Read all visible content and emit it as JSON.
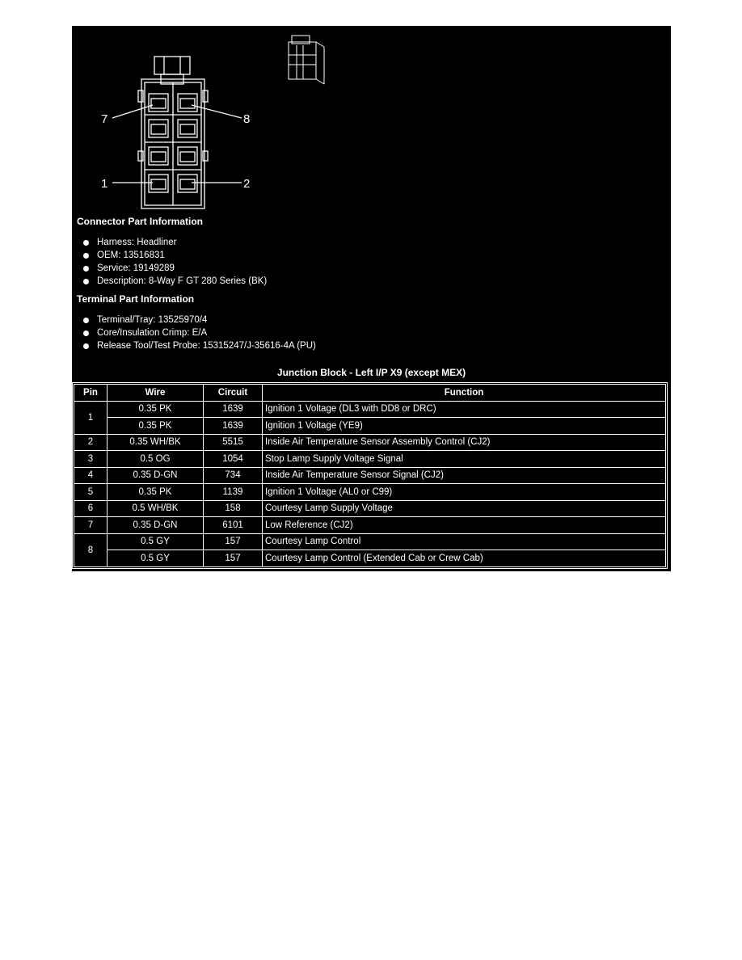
{
  "diagram": {
    "pin_labels": [
      "7",
      "8",
      "1",
      "2"
    ]
  },
  "connector": {
    "title": "Connector Part Information",
    "items": [
      "Harness: Headliner",
      "OEM: 13516831",
      "Service: 19149289",
      "Description: 8-Way F GT 280 Series (BK)"
    ]
  },
  "terminal": {
    "title": "Terminal Part Information",
    "items": [
      "Terminal/Tray: 13525970/4",
      "Core/Insulation Crimp: E/A",
      "Release Tool/Test Probe: 15315247/J-35616-4A (PU)"
    ]
  },
  "table": {
    "title": "Junction Block - Left I/P X9 (except MEX)",
    "headers": [
      "Pin",
      "Wire",
      "Circuit",
      "Function"
    ],
    "rows": [
      {
        "pin": "1",
        "wire": "0.35 PK",
        "circuit": "1639",
        "function": "Ignition 1 Voltage (DL3 with DD8 or DRC)"
      },
      {
        "pin": "",
        "wire": "0.35 PK",
        "circuit": "1639",
        "function": "Ignition 1 Voltage (YE9)"
      },
      {
        "pin": "2",
        "wire": "0.35 WH/BK",
        "circuit": "5515",
        "function": "Inside Air Temperature Sensor Assembly Control (CJ2)"
      },
      {
        "pin": "3",
        "wire": "0.5 OG",
        "circuit": "1054",
        "function": "Stop Lamp Supply Voltage Signal"
      },
      {
        "pin": "4",
        "wire": "0.35 D-GN",
        "circuit": "734",
        "function": "Inside Air Temperature Sensor Signal (CJ2)"
      },
      {
        "pin": "5",
        "wire": "0.35 PK",
        "circuit": "1139",
        "function": "Ignition 1 Voltage (AL0 or C99)"
      },
      {
        "pin": "6",
        "wire": "0.5 WH/BK",
        "circuit": "158",
        "function": "Courtesy Lamp Supply Voltage"
      },
      {
        "pin": "7",
        "wire": "0.35 D-GN",
        "circuit": "6101",
        "function": "Low Reference (CJ2)"
      },
      {
        "pin": "8",
        "wire": "0.5 GY",
        "circuit": "157",
        "function": "Courtesy Lamp Control"
      },
      {
        "pin": "",
        "wire": "0.5 GY",
        "circuit": "157",
        "function": "Courtesy Lamp Control (Extended Cab or Crew Cab)"
      }
    ]
  }
}
